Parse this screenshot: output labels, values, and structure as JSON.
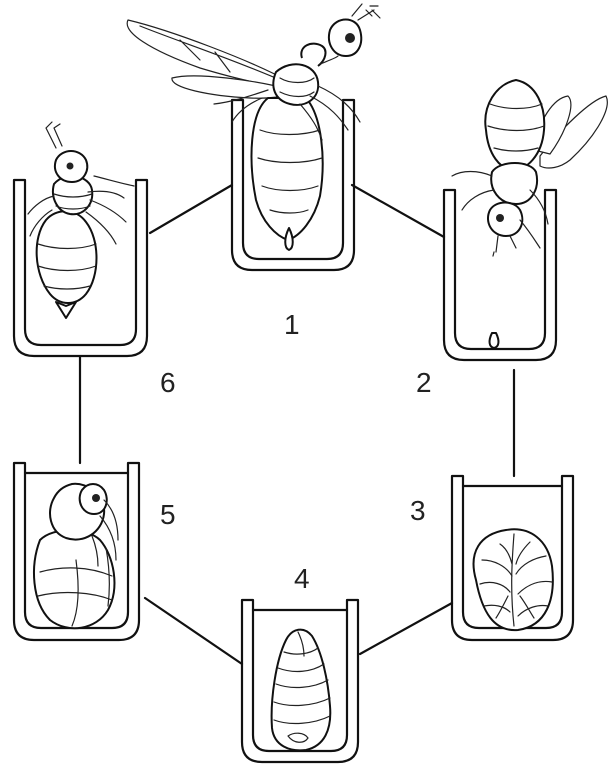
{
  "diagram": {
    "stages": [
      {
        "id": 1,
        "label": "1"
      },
      {
        "id": 2,
        "label": "2"
      },
      {
        "id": 3,
        "label": "3"
      },
      {
        "id": 4,
        "label": "4"
      },
      {
        "id": 5,
        "label": "5"
      },
      {
        "id": 6,
        "label": "6"
      }
    ]
  }
}
